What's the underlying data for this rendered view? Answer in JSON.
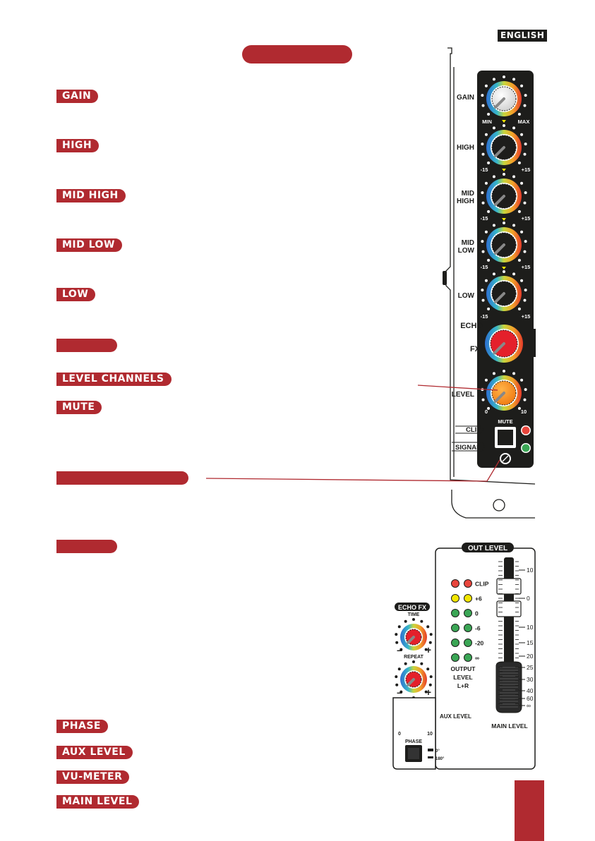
{
  "header": {
    "language": "ENGLISH"
  },
  "controls": [
    {
      "label": "GAIN"
    },
    {
      "label": "HIGH"
    },
    {
      "label": "MID HIGH"
    },
    {
      "label": "MID LOW"
    },
    {
      "label": "LOW"
    },
    {
      "label": ""
    },
    {
      "label": "LEVEL CHANNELS"
    },
    {
      "label": "MUTE"
    },
    {
      "label": ""
    },
    {
      "label": ""
    },
    {
      "label": "PHASE"
    },
    {
      "label": "AUX LEVEL"
    },
    {
      "label": "VU-METER"
    },
    {
      "label": "MAIN LEVEL"
    }
  ],
  "channel_strip": {
    "gain": "GAIN",
    "min": "MIN",
    "max": "MAX",
    "high": "HIGH",
    "mid_high_1": "MID",
    "mid_high_2": "HIGH",
    "mid_low_1": "MID",
    "mid_low_2": "LOW",
    "low": "LOW",
    "echo_1": "ECHO",
    "echo_2": "FX",
    "level": "LEVEL",
    "level_min": "0",
    "level_max": "10",
    "eq_min": "-15",
    "eq_max": "+15",
    "clip": "CLIP",
    "signal": "SIGNAL",
    "mute": "MUTE"
  },
  "master_section": {
    "title": "OUT LEVEL",
    "echo_fx": "ECHO FX",
    "time": "TIME",
    "repeat": "REPEAT",
    "aux_level": "AUX LEVEL",
    "aux_min": "0",
    "aux_max": "10",
    "phase": "PHASE",
    "phase_0": "0°",
    "phase_180": "180°",
    "output_level_1": "OUTPUT",
    "output_level_2": "LEVEL",
    "output_level_3": "L+R",
    "vu_labels": [
      "CLIP",
      "+6",
      "0",
      "-6",
      "-20",
      "∞"
    ],
    "fader_scale": [
      "10",
      "0",
      "10",
      "15",
      "20",
      "25",
      "30",
      "40",
      "60",
      "∞"
    ],
    "main_level": "MAIN LEVEL"
  },
  "colors": {
    "accent": "#b02a30",
    "panel": "#1d1d1b",
    "led_red": "#e8453c",
    "led_green": "#3aa655",
    "led_yellow": "#f2e600",
    "knob_red": "#e4202b"
  }
}
